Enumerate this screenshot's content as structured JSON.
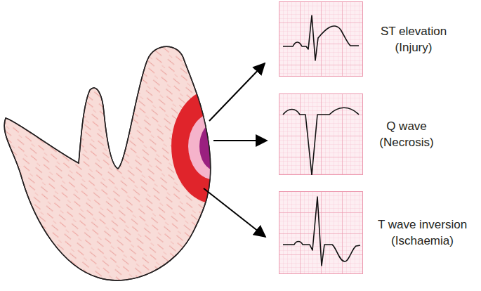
{
  "diagram": {
    "nodes": [
      {
        "text": [
          "ST elevation (Injury)"
        ]
      },
      {
        "text": [
          "Q wave (Necrosis)"
        ]
      },
      {
        "text": [
          "T wave inversion (Ischaemia)"
        ]
      }
    ]
  }
}
